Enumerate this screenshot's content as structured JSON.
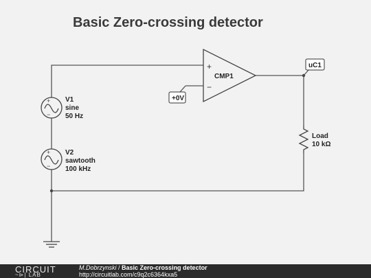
{
  "title": "Basic Zero-crossing detector",
  "components": {
    "v1": {
      "name": "V1",
      "type": "sine",
      "value": "50 Hz"
    },
    "v2": {
      "name": "V2",
      "type": "sawtooth",
      "value": "100 kHz"
    },
    "cmp": {
      "name": "CMP1",
      "plus": "+",
      "minus": "−"
    },
    "load": {
      "name": "Load",
      "value": "10 kΩ"
    },
    "ref_tag": "+0V",
    "out_tag": "uC1"
  },
  "footer": {
    "logo_top": "CIRCUIT",
    "logo_bottom": "LAB",
    "author": "M.Dobrzynski",
    "separator": " / ",
    "title": "Basic Zero-crossing detector",
    "url": "http://circuitlab.com/c9q2c6364kxa5"
  },
  "colors": {
    "background": "#f2f2f2",
    "wire": "#555555",
    "footer": "#2b2b2b"
  }
}
